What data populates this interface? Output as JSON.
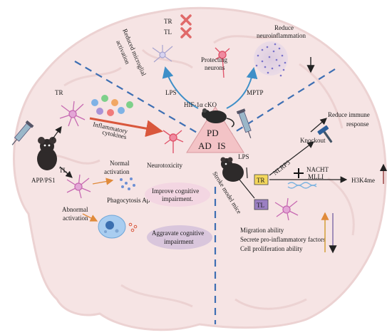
{
  "center": {
    "top_left": "PD",
    "bottom_left": "AD",
    "bottom_right": "IS"
  },
  "pd": {
    "tr": "TR",
    "tl": "TL",
    "reduced_microglial": [
      "Reduced microglial",
      "activation"
    ],
    "protecting_neurons": [
      "Protecting",
      "neurons"
    ],
    "reduce_neuroinflammation": [
      "Reduce",
      "neuroinflammation"
    ],
    "lps": "LPS",
    "mptp": "MPTP",
    "model": "HIF-1α cKO"
  },
  "ad": {
    "tr": "TR",
    "tl": "TL",
    "inflammatory_cytokines": [
      "Inflammatory",
      "cytokines"
    ],
    "neurotoxicity": "Neurotoxicity",
    "model": "APP/PS1",
    "normal_activation": [
      "Normal",
      "activation"
    ],
    "phagocytosis": "Phagocytosis Aβ",
    "abnormal_activation": [
      "Abnormal",
      "activation"
    ],
    "improve": [
      "Improve cognitive",
      "impairment."
    ],
    "aggravate": [
      "Aggravate cognitive",
      "impairment"
    ]
  },
  "is": {
    "lps": "LPS",
    "model": "Stroke model mice",
    "tr": "TR",
    "tl": "TL",
    "knockout": "Knockout",
    "reduce_immune": [
      "Reduce immune",
      "response"
    ],
    "nlrp3": "NLRP3",
    "nacht": "NACHT",
    "mlli": "MLLI",
    "h3k4me": "H3K4me",
    "outcomes": [
      "Migration ability",
      "Secrete pro-inflammatory factors",
      "Cell proliferation ability"
    ]
  },
  "colors": {
    "brain_fill": "#f6e4e4",
    "divider": "#3e6fb3",
    "triangle": "#f3c3c6",
    "tr_badge": "#f4d75b",
    "tl_badge": "#9b7fc2",
    "ellipse": "#ecc6d8",
    "microglia": "#c76ab2",
    "neuron": "#e0556b"
  }
}
